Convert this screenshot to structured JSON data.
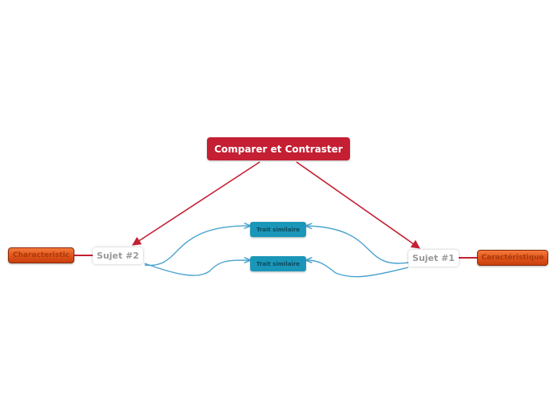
{
  "diagram": {
    "central_topic": "Comparer et Contraster",
    "subjects": [
      {
        "label": "Sujet #2"
      },
      {
        "label": "Sujet #1"
      }
    ],
    "similar_traits": [
      {
        "label": "Trait similaire"
      },
      {
        "label": "Trait similaire"
      }
    ],
    "characteristics": [
      {
        "label": "Characteristic"
      },
      {
        "label": "Caractéristique"
      }
    ]
  },
  "colors": {
    "central": "#c41f33",
    "connector_main": "#c41f33",
    "connector_trait": "#4aa3cf",
    "trait_box": "#1a96b9",
    "characteristic_box": "#e0531a"
  }
}
